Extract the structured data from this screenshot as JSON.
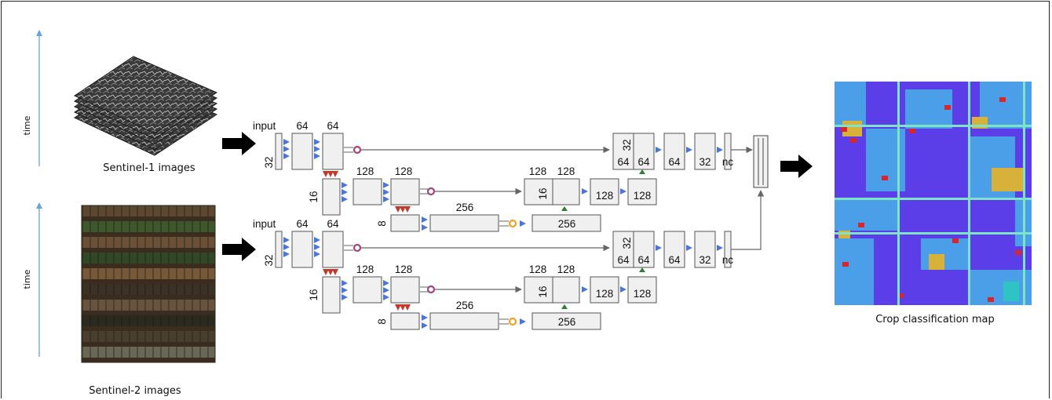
{
  "axis": {
    "time_label": "time"
  },
  "captions": {
    "sentinel1": "Sentinel-1 images",
    "sentinel2": "Sentinel-2 images",
    "crop_map": "Crop classification map"
  },
  "unet": {
    "input_label": "input",
    "ch64": "64",
    "ch128": "128",
    "ch256": "256",
    "nc": "nc",
    "dec32": "32",
    "size32": "32",
    "size16": "16",
    "size8": "8"
  },
  "colors": {
    "conv_arrow": "#4a76d8",
    "pool_arrow": "#c0392b",
    "upconv_arrow": "#2e7d32",
    "copy_crop_marker": "#a4457a",
    "bottleneck_marker": "#f0a11f",
    "sar_gray": "#6b6b6b",
    "optical_brown": "#5a4632",
    "map_blue": "#3b5bdb",
    "map_light_blue": "#4a9fe8"
  }
}
